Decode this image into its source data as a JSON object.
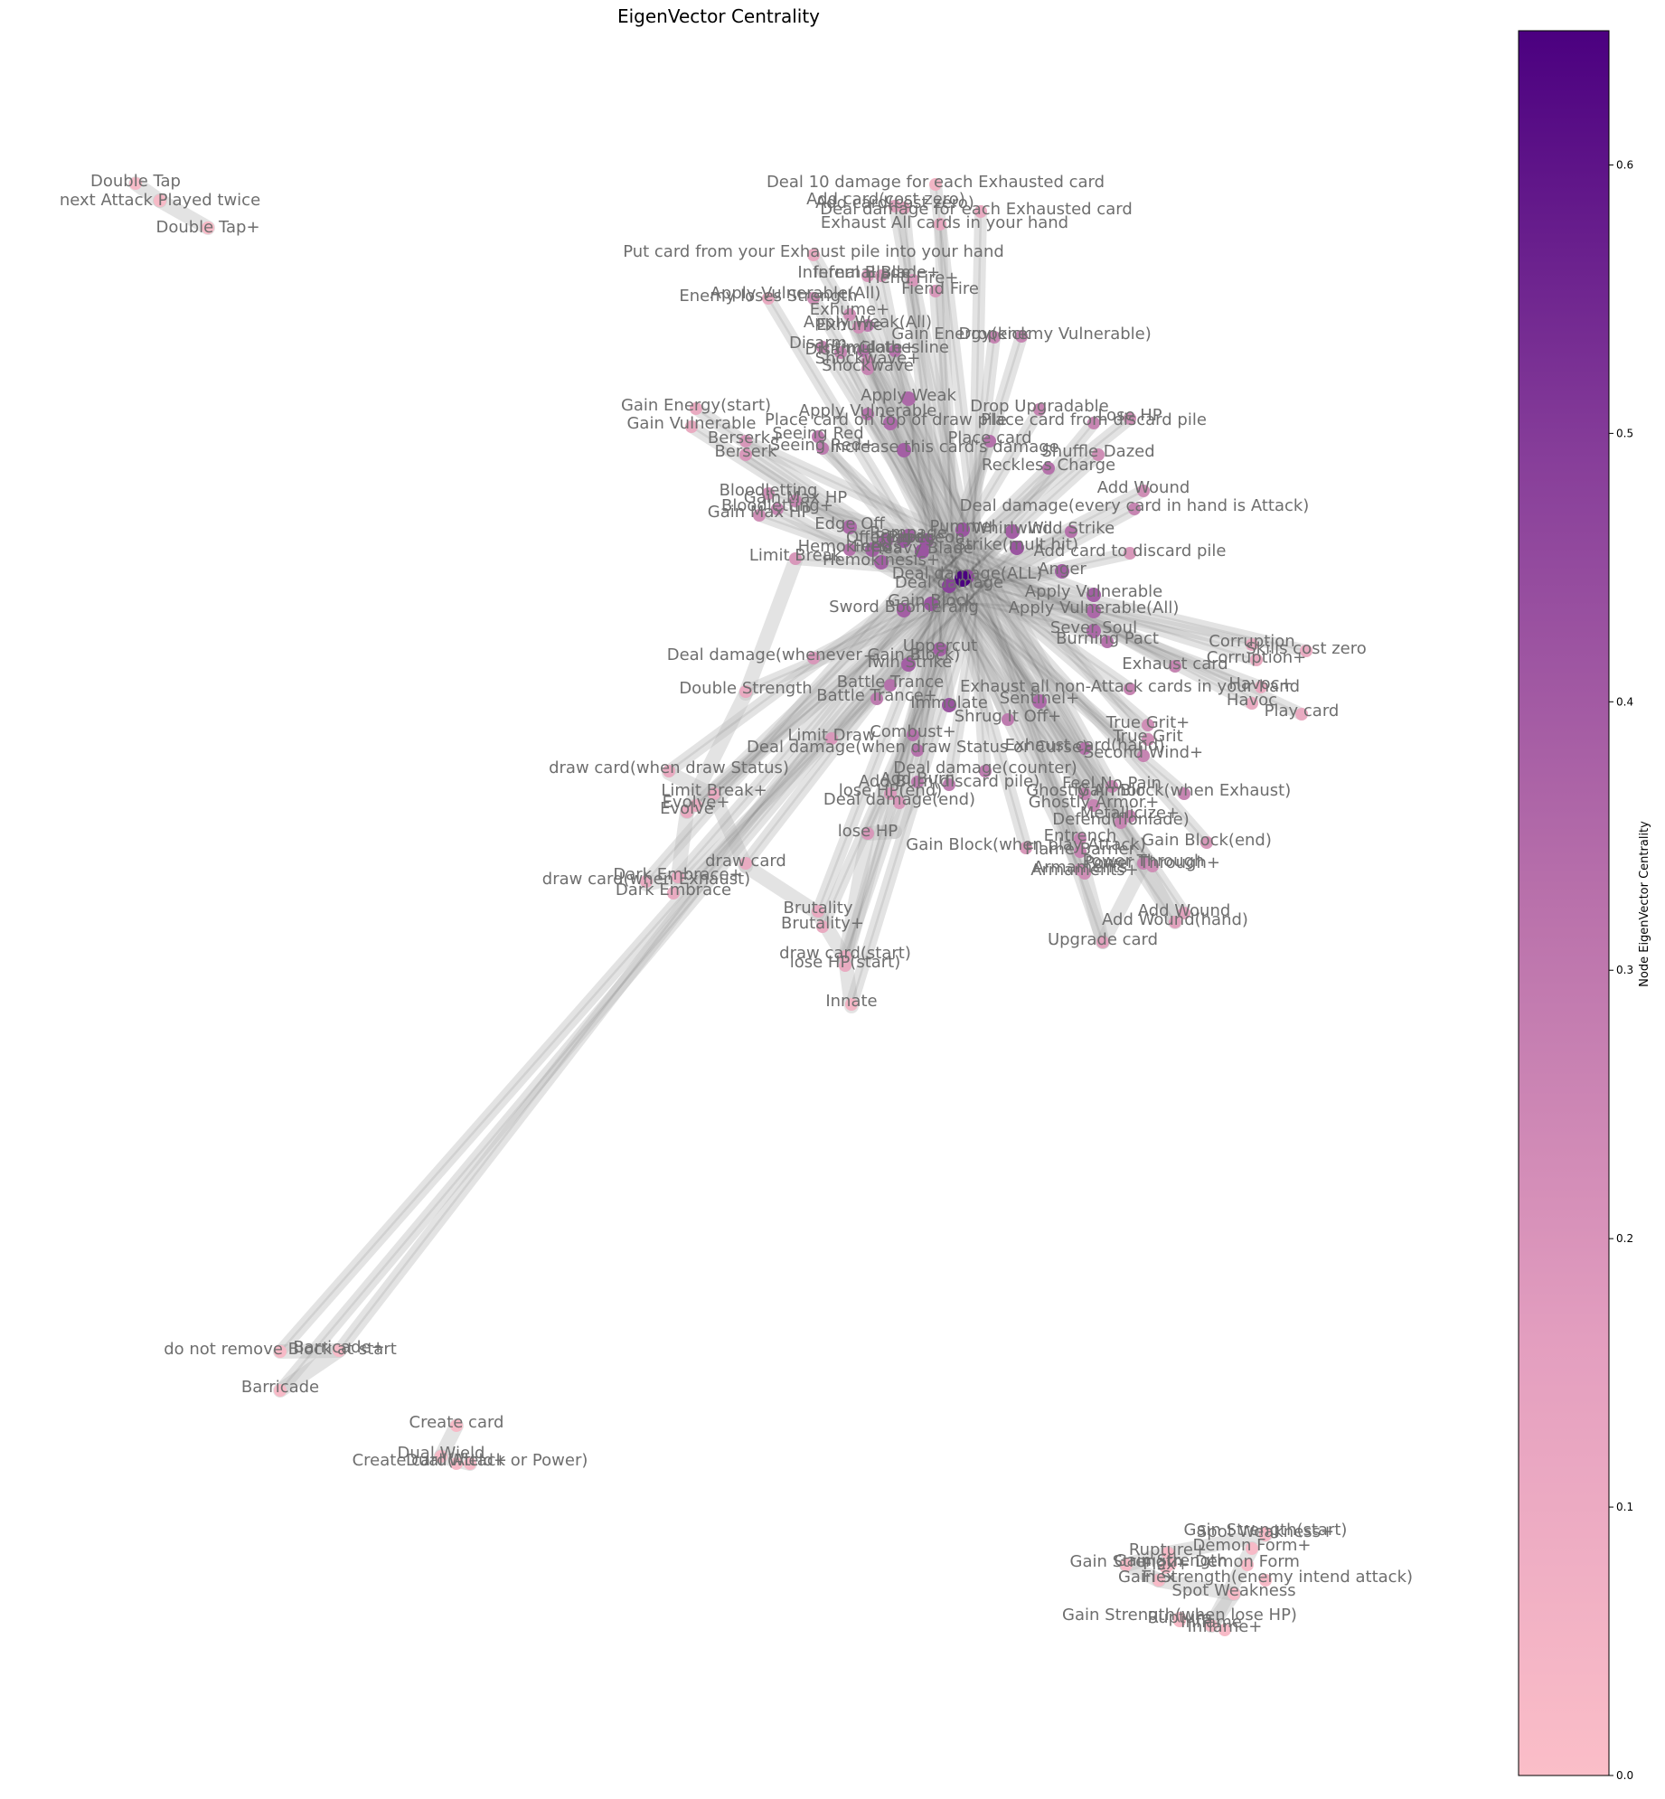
{
  "chart_data": {
    "type": "network",
    "title": "EigenVector Centrality",
    "colorbar": {
      "label": "Node EigenVector Centrality",
      "range": [
        0.0,
        0.65
      ],
      "ticks": [
        "0.0",
        "0.1",
        "0.2",
        "0.3",
        "0.4",
        "0.5",
        "0.6"
      ],
      "color_low": "#fbbec8",
      "color_high": "#4b0080"
    },
    "labels": [
      "Double Tap",
      "next Attack Played twice",
      "Double Tap+",
      "Deal 10 damage for each Exhausted card",
      "Add card(cost zero)",
      "Add card(cost zero)",
      "Deal damage for each Exhausted card",
      "Exhaust All cards in your hand",
      "Put card from your Exhaust pile into your hand",
      "Infernal Blade",
      "Infernal Blade+",
      "Fiend Fire+",
      "Fiend Fire",
      "Enemy loses Strength",
      "Apply Vulnerable(All)",
      "Exhume+",
      "Apply Weak(All)",
      "Exhume",
      "Gain Energy(enemy Vulnerable)",
      "Disarm",
      "Intimidate+",
      "Clothesline",
      "Dropkick",
      "Disarm+",
      "Shockwave+",
      "Shockwave",
      "Apply Weak",
      "Gain Energy(start)",
      "Gain Vulnerable",
      "Apply Vulnerable",
      "Place card on top of draw pile",
      "Drop Upgradable",
      "Place card from discard pile",
      "Lose HP",
      "Berserk+",
      "Berserk",
      "Seeing Red",
      "Seeing Red+",
      "Increase this card's damage",
      "Place card",
      "Shuffle Dazed",
      "Reckless Charge",
      "Bloodletting",
      "Gain Max HP",
      "Bloodletting+",
      "Gain Max HP",
      "Edge Off",
      "Hemokinesis",
      "Offering+",
      "Bludgeon",
      "Rampage",
      "Pummel",
      "Whirlwind",
      "Deal damage(every card in hand is Attack)",
      "Add Wound",
      "Wild Strike",
      "Feed",
      "Limit Break",
      "Reaper",
      "Heavy Blade",
      "Hemokinesis+",
      "Strike(mult hit)",
      "Add card to discard pile",
      "Anger",
      "Deal damage(ALL)",
      "Deal damage",
      "Gain Block",
      "Sword Boomerang",
      "Apply Vulnerable",
      "Apply Vulnerable(All)",
      "Sever Soul",
      "Burning Pact",
      "Deal damage(whenever Gain Block)",
      "Corruption",
      "Skills cost zero",
      "Corruption+",
      "Exhaust card",
      "Twin Strike",
      "Uppercut",
      "Double Strength",
      "Battle Trance",
      "Battle Trance+",
      "Exhaust all non-Attack cards in your hand",
      "Havoc+",
      "Havoc",
      "Play card",
      "Immolate",
      "Sentinel+",
      "Shrug It Off+",
      "Limit Draw",
      "Combust+",
      "Deal damage(when draw Status or Curse)",
      "Exhaust card(hand)",
      "True Grit+",
      "True Grit",
      "Second Wind+",
      "Add Burn",
      "Add Burn(discard pile)",
      "lose HP(end)",
      "Deal damage(end)",
      "Deal damage(counter)",
      "draw card(when draw Status)",
      "Feel No Pain",
      "Gain Block(when Exhaust)",
      "Ghostly Armor",
      "Ghostly Armor+",
      "Metallicize+",
      "Defend(flonlade)",
      "Gain Block(end)",
      "Gain Block(when play Attack)",
      "Limit Break+",
      "Evolve+",
      "Evolve",
      "lose HP",
      "Entrench",
      "Flame Barrier",
      "Power Through",
      "Power Through+",
      "draw card",
      "Dark Embrace+",
      "draw card(when Exhaust)",
      "Dark Embrace",
      "Armaments",
      "Armaments+",
      "Add Wound",
      "Add Wound(hand)",
      "Upgrade card",
      "Brutality",
      "Brutality+",
      "draw card(start)",
      "lose HP(start)",
      "Innate",
      "do not remove Block at start",
      "Barricade+",
      "Barricade",
      "Create card",
      "Dual Wield",
      "Dual Wield+",
      "Create card(Attack or Power)",
      "Spot Weakness+",
      "Gain Strength(start)",
      "Demon Form+",
      "Rupture+",
      "Flex+",
      "Gain Strength",
      "Demon Form",
      "Gain Strength",
      "Flex",
      "Gain Strength(enemy intend attack)",
      "Spot Weakness",
      "Gain Strength(when lose HP)",
      "Rupture",
      "Inflame",
      "Inflame+"
    ]
  }
}
